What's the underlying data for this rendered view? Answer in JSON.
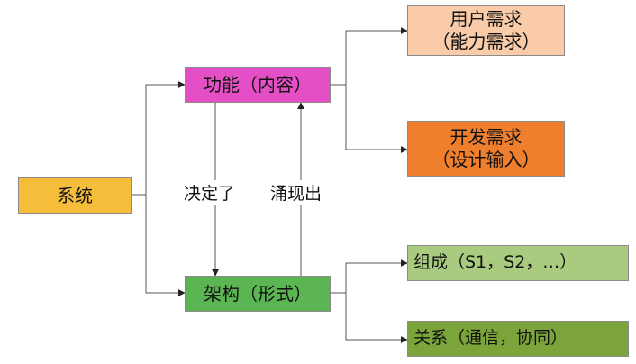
{
  "nodes": {
    "system": {
      "label": "系统",
      "color": "#f6bd3b"
    },
    "function": {
      "label": "功能（内容）",
      "color": "#e44fc6"
    },
    "architecture": {
      "label": "架构（形式）",
      "color": "#5bb553"
    },
    "user_req": {
      "line1": "用户需求",
      "line2": "（能力需求）",
      "color": "#f9cba8"
    },
    "dev_req": {
      "line1": "开发需求",
      "line2": "（设计输入）",
      "color": "#ef7f2c"
    },
    "composition": {
      "label": "组成（S1，S2，…）",
      "color": "#a9cb80"
    },
    "relation": {
      "label": "关系（通信，协同）",
      "color": "#7ba43a"
    }
  },
  "edges": {
    "determines": "决定了",
    "emerges": "涌现出"
  }
}
